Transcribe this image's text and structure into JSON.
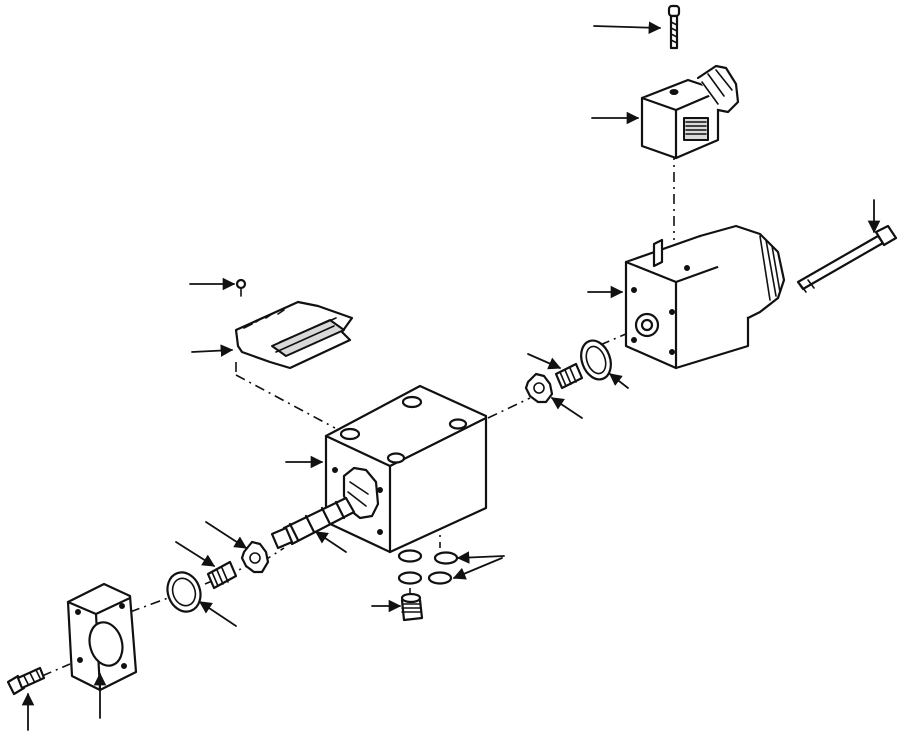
{
  "diagram": {
    "kind": "exploded-view",
    "colors": {
      "ink": "#111111",
      "paper": "#ffffff",
      "shade": "#d9d9d9"
    },
    "parts": [
      "screw-top",
      "connector-plug",
      "solenoid-housing",
      "tie-rod-bolt",
      "retaining-ring-right",
      "spring-right",
      "spring-seat-right",
      "cover-plate-top",
      "cover-screw-top",
      "valve-body",
      "spool",
      "spring-seat-left",
      "spring-left",
      "o-ring-left",
      "end-cap",
      "cap-screw",
      "o-rings-bottom",
      "plug-bottom"
    ]
  }
}
